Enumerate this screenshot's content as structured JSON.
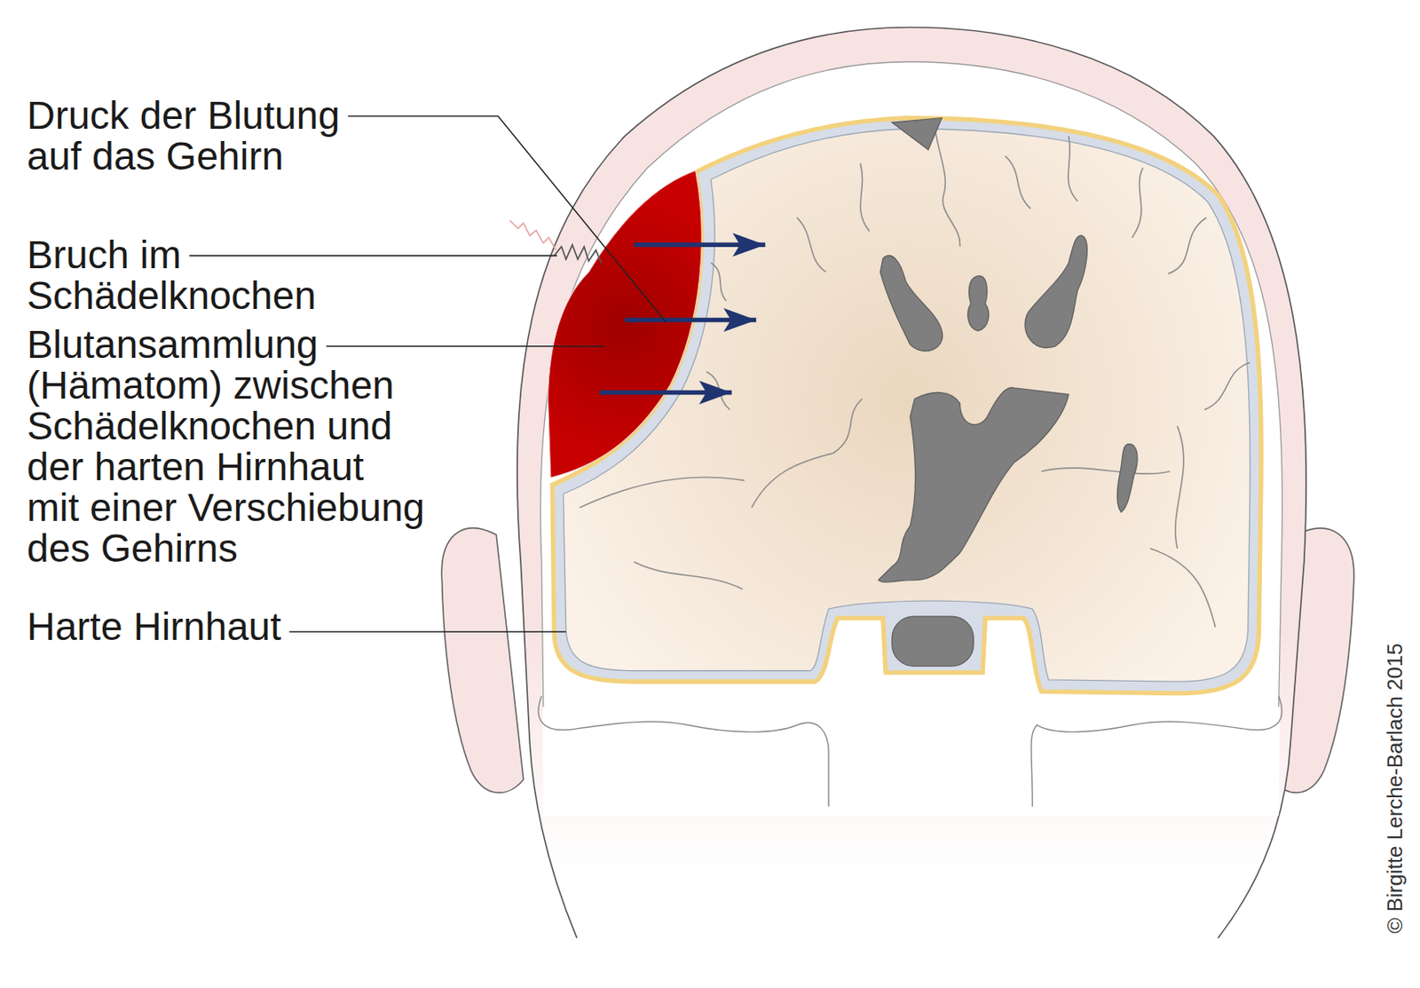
{
  "diagram": {
    "labels": [
      "Druck der Blutung auf das Gehirn",
      "Bruch im Schädelknochen",
      "Blutansammlung (Hämatom) zwischen Schädelknochen und der harten Hirnhaut mit einer Verschiebung des Gehirns",
      "Harte Hirnhaut",
      "© Birgitte Lerche-Barlach 2015"
    ]
  }
}
